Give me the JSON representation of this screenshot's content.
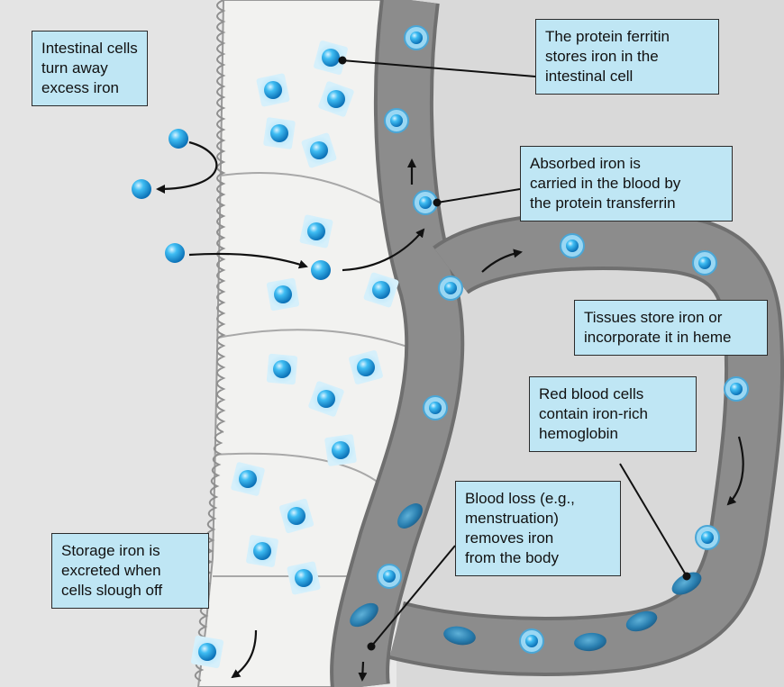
{
  "labels": {
    "intestinal_cells": [
      "Intestinal cells",
      "turn away",
      "excess iron"
    ],
    "ferritin": [
      "The protein ferritin",
      "stores iron in the",
      "intestinal cell"
    ],
    "transferrin": [
      "Absorbed iron is",
      "carried in the blood by",
      "the protein transferrin"
    ],
    "tissues": [
      "Tissues store iron or",
      "incorporate it in heme"
    ],
    "red_blood_cells": [
      "Red blood cells",
      "contain iron-rich",
      "hemoglobin"
    ],
    "blood_loss": [
      "Blood loss (e.g.,",
      "menstruation)",
      "removes iron",
      "from the body"
    ],
    "storage": [
      "Storage iron is",
      "excreted when",
      "cells slough off"
    ]
  },
  "colors": {
    "label_fill": "#bfe6f4",
    "iron_ball": "#1aa3e8",
    "vessel": "#8a8a8a",
    "red_cell": "#2a78a8",
    "intestinal_cell_fill": "#f2f2f0"
  }
}
